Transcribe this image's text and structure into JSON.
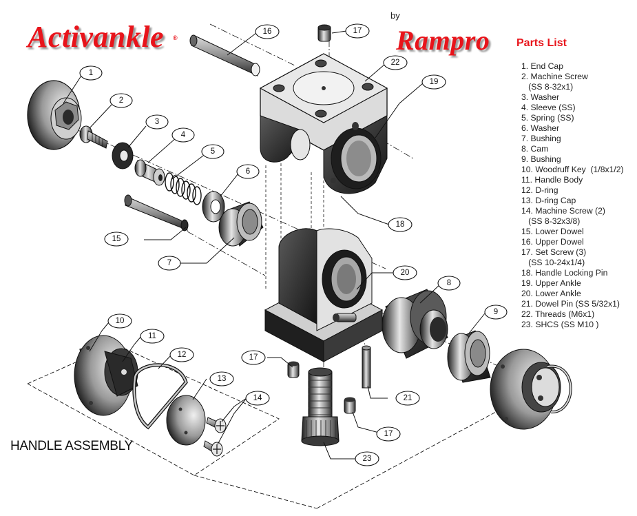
{
  "logos": {
    "primary": "Activankle",
    "registered": "®",
    "by": "by",
    "secondary": "Rampro"
  },
  "parts_title": "Parts List",
  "parts": [
    "1. End Cap",
    "2. Machine Screw",
    "   (SS 8-32x1)",
    "3. Washer",
    "4. Sleeve (SS)",
    "5. Spring (SS)",
    "6. Washer",
    "7. Bushing",
    "8. Cam",
    "9. Bushing",
    "10. Woodruff Key  (1/8x1/2)",
    "11. Handle Body",
    "12. D-ring",
    "13. D-ring Cap",
    "14. Machine Screw (2)",
    "   (SS 8-32x3/8)",
    "15. Lower Dowel",
    "16. Upper Dowel",
    "17. Set Screw (3)",
    "   (SS 10-24x1/4)",
    "18. Handle Locking Pin",
    "19. Upper Ankle",
    "20. Lower Ankle",
    "21. Dowel Pin (SS 5/32x1)",
    "22. Threads (M6x1)",
    "23. SHCS (SS M10 )"
  ],
  "handle_assembly_label": "HANDLE ASSEMBLY",
  "callouts": [
    {
      "id": "c1",
      "text": "1"
    },
    {
      "id": "c2",
      "text": "2"
    },
    {
      "id": "c3",
      "text": "3"
    },
    {
      "id": "c4",
      "text": "4"
    },
    {
      "id": "c5",
      "text": "5"
    },
    {
      "id": "c6",
      "text": "6"
    },
    {
      "id": "c7",
      "text": "7"
    },
    {
      "id": "c8",
      "text": "8"
    },
    {
      "id": "c9",
      "text": "9"
    },
    {
      "id": "c10",
      "text": "10"
    },
    {
      "id": "c11",
      "text": "11"
    },
    {
      "id": "c12",
      "text": "12"
    },
    {
      "id": "c13",
      "text": "13"
    },
    {
      "id": "c14",
      "text": "14"
    },
    {
      "id": "c15",
      "text": "15"
    },
    {
      "id": "c16",
      "text": "16"
    },
    {
      "id": "c17a",
      "text": "17"
    },
    {
      "id": "c17b",
      "text": "17"
    },
    {
      "id": "c17c",
      "text": "17"
    },
    {
      "id": "c18",
      "text": "18"
    },
    {
      "id": "c19",
      "text": "19"
    },
    {
      "id": "c20",
      "text": "20"
    },
    {
      "id": "c21",
      "text": "21"
    },
    {
      "id": "c22",
      "text": "22"
    },
    {
      "id": "c23",
      "text": "23"
    }
  ],
  "colors": {
    "logo_red": "#e8141b",
    "line": "#111111",
    "dark_metal": "#3a3a3a",
    "light_metal": "#d6d6d6"
  }
}
